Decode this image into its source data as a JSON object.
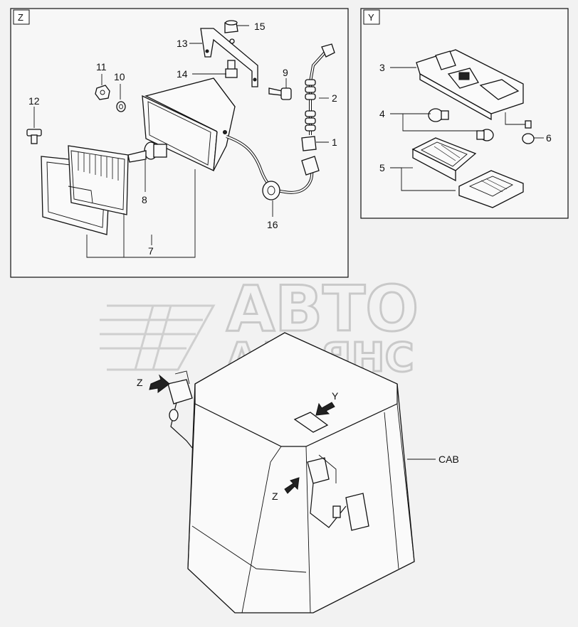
{
  "panels": {
    "z": {
      "tag": "Z"
    },
    "y": {
      "tag": "Y"
    }
  },
  "callouts": {
    "c1": "1",
    "c2": "2",
    "c3": "3",
    "c4": "4",
    "c5": "5",
    "c6": "6",
    "c7": "7",
    "c8": "8",
    "c9": "9",
    "c10": "10",
    "c11": "11",
    "c12": "12",
    "c13": "13",
    "c14": "14",
    "c15": "15",
    "c16": "16"
  },
  "cab": {
    "label": "CAB",
    "pointer_z_top": "Z",
    "pointer_z_side": "Z",
    "pointer_y": "Y"
  },
  "watermark": {
    "line1": "АВТО",
    "line2": "АЛЬЯНС"
  }
}
